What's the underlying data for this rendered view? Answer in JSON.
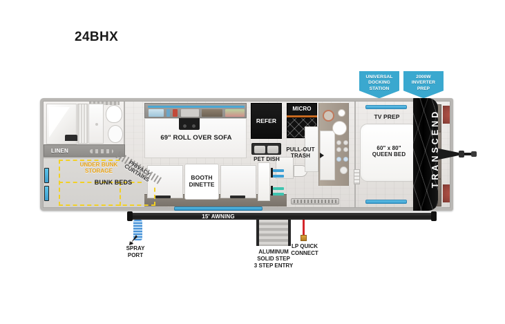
{
  "page": {
    "title": "24BHX",
    "brand": "TRANSCEND"
  },
  "badges": [
    {
      "name": "universal-docking-station",
      "lines": [
        "UNIVERSAL",
        "DOCKING",
        "STATION"
      ],
      "color": "#3aa8cf"
    },
    {
      "name": "inverter-prep",
      "lines": [
        "2000W",
        "INVERTER",
        "PREP"
      ],
      "color": "#3aa8cf"
    }
  ],
  "floorplan": {
    "rooms": {
      "linen": "LINEN",
      "under_bunk_storage": "UNDER BUNK\nSTORAGE",
      "bunk_beds": "BUNK BEDS",
      "privacy_curtains": "PRIVACY\nCURTAINS",
      "sofa": "69\" ROLL OVER SOFA",
      "refer": "REFER",
      "micro": "MICRO",
      "pet_dish": "PET DISH",
      "pullout_trash": "PULL-OUT\nTRASH",
      "booth_dinette": "BOOTH\nDINETTE",
      "tv_prep": "TV PREP",
      "queen_bed": "60\" x 80\"\nQUEEN BED",
      "awning": "15' AWNING"
    },
    "exterior_callouts": {
      "spray_port": "SPRAY\nPORT",
      "aluminum_step": "ALUMINUM\nSOLID STEP\n3 STEP ENTRY",
      "lp_quick_connect": "LP QUICK\nCONNECT"
    }
  },
  "colors": {
    "badge_blue": "#3aa8cf",
    "storage_yellow": "#f2d024",
    "storage_text": "#e8a316",
    "window_blue": "#3f9fcf",
    "lp_red": "#d4262b",
    "body_gray": "#b9b7b4",
    "front_cap_black": "#0d0d0d"
  }
}
